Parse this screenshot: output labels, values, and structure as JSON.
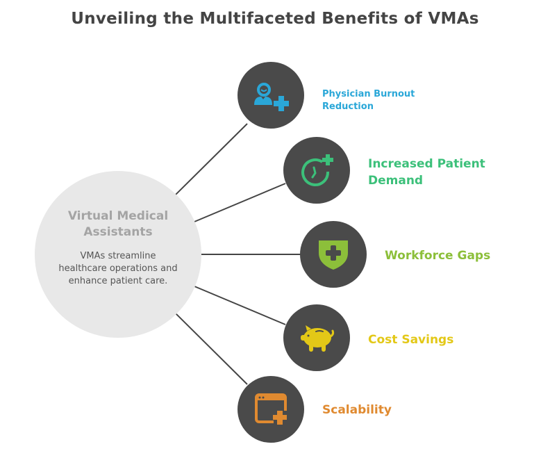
{
  "title": "Unveiling the Multifaceted Benefits of VMAs",
  "center": {
    "title": "Virtual Medical Assistants",
    "description": "VMAs streamline healthcare operations and enhance patient care."
  },
  "nodes": [
    {
      "label": "Physician Burnout Reduction",
      "icon": "physician-plus-icon",
      "color": "#2aa7d8"
    },
    {
      "label": "Increased Patient Demand",
      "icon": "clock-plus-icon",
      "color": "#3cc07a"
    },
    {
      "label": "Workforce Gaps",
      "icon": "shield-plus-icon",
      "color": "#8cbf3a"
    },
    {
      "label": "Cost Savings",
      "icon": "piggy-bank-icon",
      "color": "#e3c817"
    },
    {
      "label": "Scalability",
      "icon": "window-plus-icon",
      "color": "#e08a30"
    }
  ],
  "colors": {
    "node_bg": "#4a4a4a",
    "center_bg": "#e8e8e8",
    "connector": "#444444",
    "title": "#444444"
  }
}
